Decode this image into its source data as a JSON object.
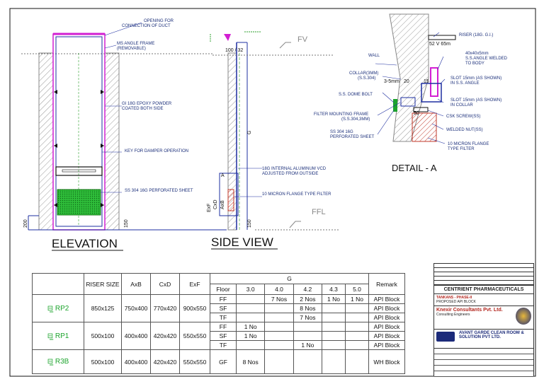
{
  "elevation": {
    "title": "ELEVATION",
    "labels": {
      "opening": "OPENING FOR",
      "opening2": "CONNECTION OF DUCT",
      "angle": "MS ANGLE FRAME",
      "angle2": "(REMOVABLE)",
      "gi": "GI 18G EPOXY POWDER",
      "gi2": "COATED BOTH SIDE",
      "key": "KEY FOR DAMPER OPERATION",
      "sheet": "SS 304 16G PERFORATED SHEET"
    },
    "dims": {
      "left": "200",
      "right": "150"
    }
  },
  "side_view": {
    "title": "SIDE VIEW",
    "fv": "FV",
    "ffl": "FFL",
    "top_dim": "100 / 32",
    "labels": {
      "vcd": "18G INTERNAL ALUMINUM VCD",
      "vcd2": "ADJUSTED FROM OUTSIDE",
      "filter": "10 MICRON FLANGE TYPE FILTER"
    },
    "marks": {
      "a": "A",
      "exf": "ExF",
      "cxd": "CxD",
      "axb": "AxB",
      "g": "G",
      "dim150": "150"
    }
  },
  "detail": {
    "title": "DETAIL - A",
    "labels": {
      "riser": "RISER (18G. G.I.)",
      "ang": "40x40x5mm",
      "ang2": "S.S.ANGLE WELDED",
      "ang3": "TO BODY",
      "slot1": "SLOT 15mm (AS SHOWN)",
      "slot1b": "IN S.S. ANGLE",
      "slot2": "SLOT 15mm (AS SHOWN)",
      "slot2b": "IN COLLAR",
      "csk": "CSK SCREW(SS)",
      "nut": "WELDED NUT(SS)",
      "filt": "10 MICRON FLANGE",
      "filt2": "TYPE FILTER",
      "wall": "WALL",
      "collar": "COLLAR(3MM)",
      "collar2": "(S.S.304)",
      "bolt": "S.S. DOME BOLT",
      "frame": "FILTER MOUNTING FRAME",
      "frame2": "(S.S.304,3MM)",
      "perf": "SS 304 16G",
      "perf2": "PERFORATED SHEET",
      "top": "52 V 65m",
      "d1": "3-5mm",
      "d2": "20",
      "d3": "15",
      "d4": "50"
    }
  },
  "schedule": {
    "headers": {
      "riser": "RISER SIZE",
      "axb": "AxB",
      "cxd": "CxD",
      "exf": "ExF",
      "g": "G",
      "remark": "Remark",
      "floor": "Floor"
    },
    "g_cols": [
      "3.0",
      "4.0",
      "4.2",
      "4.3",
      "5.0"
    ],
    "rows": [
      {
        "tag": "RP2",
        "size": "850x125",
        "axb": "750x400",
        "cxd": "770x420",
        "exf": "900x550",
        "floors": [
          {
            "floor": "FF",
            "g": [
              "",
              "7 Nos",
              "2 Nos",
              "1 No",
              "1 No"
            ],
            "remark": "API Block"
          },
          {
            "floor": "SF",
            "g": [
              "",
              "",
              "8 Nos",
              "",
              ""
            ],
            "remark": "API Block"
          },
          {
            "floor": "TF",
            "g": [
              "",
              "",
              "7 Nos",
              "",
              ""
            ],
            "remark": "API Block"
          }
        ]
      },
      {
        "tag": "RP1",
        "size": "500x100",
        "axb": "400x400",
        "cxd": "420x420",
        "exf": "550x550",
        "floors": [
          {
            "floor": "FF",
            "g": [
              "1 No",
              "",
              "",
              "",
              ""
            ],
            "remark": "API Block"
          },
          {
            "floor": "SF",
            "g": [
              "1 No",
              "",
              "",
              "",
              ""
            ],
            "remark": "API Block"
          },
          {
            "floor": "TF",
            "g": [
              "",
              "",
              "1 No",
              "",
              ""
            ],
            "remark": "API Block"
          }
        ]
      },
      {
        "tag": "R3B",
        "size": "500x100",
        "axb": "400x400",
        "cxd": "420x420",
        "exf": "550x550",
        "floors": [
          {
            "floor": "GF",
            "g": [
              "8 Nos",
              "",
              "",
              "",
              ""
            ],
            "remark": "WH Block"
          }
        ]
      }
    ]
  },
  "title_block": {
    "client": "CENTRIENT PHARMACEUTICALS",
    "project": "TANKANS - PHASE-II",
    "project2": "PROPOSED API BLOCK",
    "consultant": "Knexir Consultants Pvt. Ltd.",
    "consultant2": "Consulting Engineers",
    "contractor": "AVANT GARDE CLEAN ROOM &",
    "contractor2": "SOLUTION PVT LTD."
  }
}
